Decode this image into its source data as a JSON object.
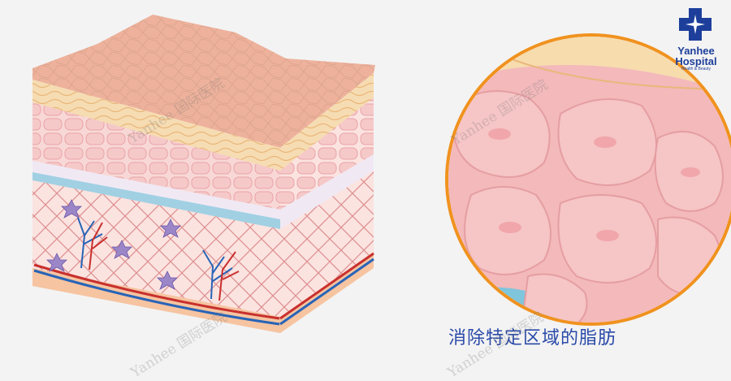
{
  "logo": {
    "name_line1": "Yanhee",
    "name_line2": "Hospital",
    "tagline": "Health & Beauty"
  },
  "caption": "消除特定区域的脂肪",
  "watermark": "Yanhee 国际医院",
  "colors": {
    "brand_blue": "#1d3f9b",
    "caption_blue": "#2a4aa8",
    "ring_orange": "#f0921e",
    "fat_cell": "#f6c5c6"
  }
}
